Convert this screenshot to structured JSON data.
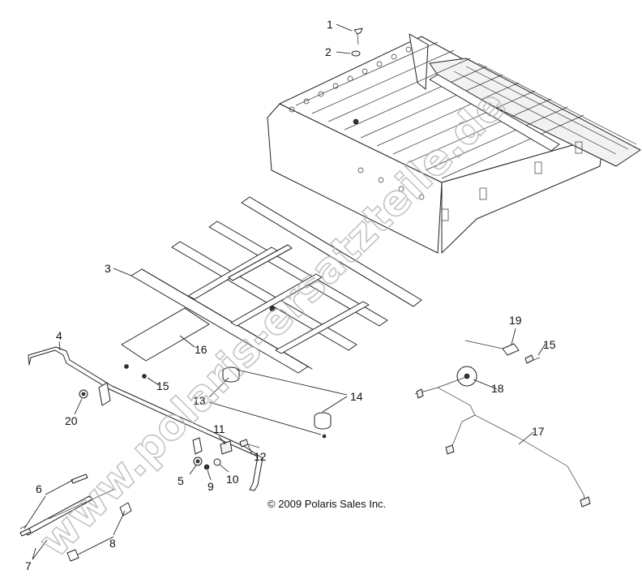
{
  "diagram": {
    "copyright": "© 2009 Polaris Sales Inc.",
    "watermark": "www.polaris-ersatzteile.de",
    "callouts": [
      {
        "id": "c1",
        "label": "1"
      },
      {
        "id": "c2",
        "label": "2"
      },
      {
        "id": "c3",
        "label": "3"
      },
      {
        "id": "c4",
        "label": "4"
      },
      {
        "id": "c5",
        "label": "5"
      },
      {
        "id": "c6",
        "label": "6"
      },
      {
        "id": "c7",
        "label": "7"
      },
      {
        "id": "c8",
        "label": "8"
      },
      {
        "id": "c9",
        "label": "9"
      },
      {
        "id": "c10",
        "label": "10"
      },
      {
        "id": "c11",
        "label": "11"
      },
      {
        "id": "c12",
        "label": "12"
      },
      {
        "id": "c13",
        "label": "13"
      },
      {
        "id": "c14",
        "label": "14"
      },
      {
        "id": "c15a",
        "label": "15"
      },
      {
        "id": "c15b",
        "label": "15"
      },
      {
        "id": "c16",
        "label": "16"
      },
      {
        "id": "c17",
        "label": "17"
      },
      {
        "id": "c18",
        "label": "18"
      },
      {
        "id": "c19",
        "label": "19"
      },
      {
        "id": "c20",
        "label": "20"
      }
    ]
  }
}
